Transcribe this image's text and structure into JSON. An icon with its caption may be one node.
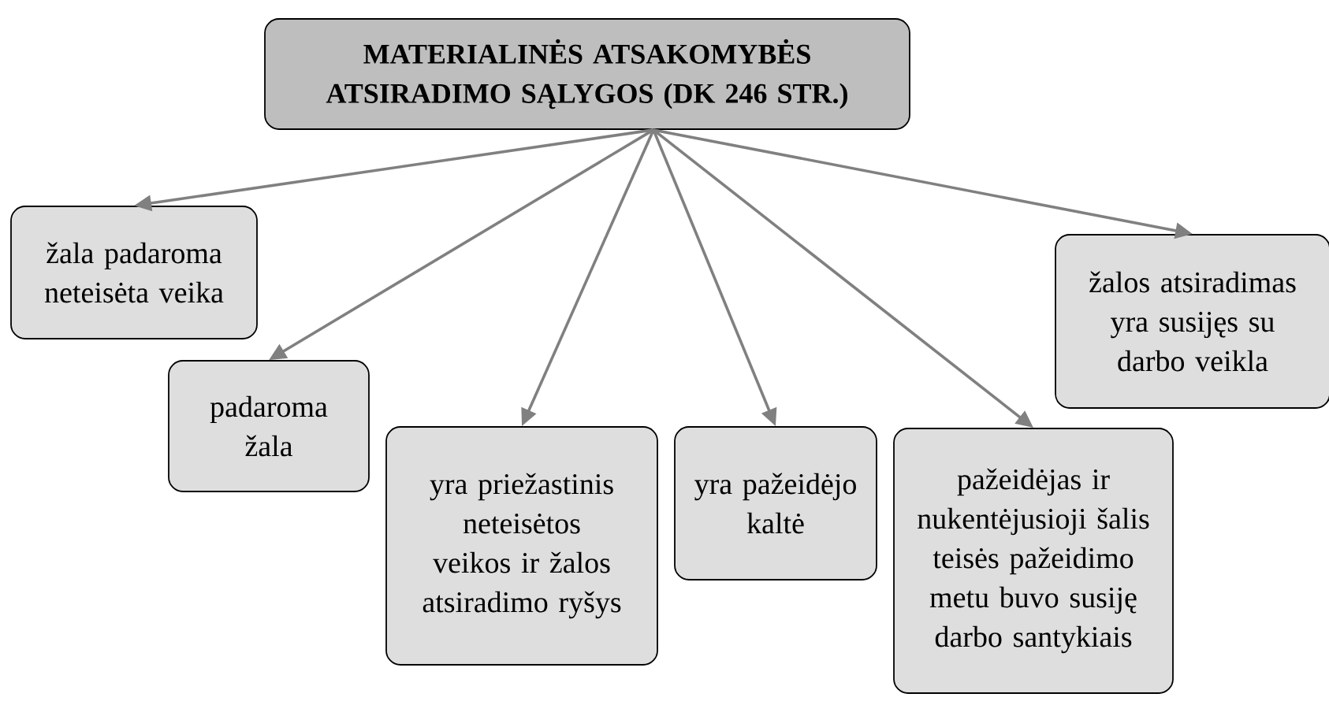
{
  "diagram": {
    "nodes": [
      {
        "text": [
          "MATERIALINĖS ATSAKOMYBĖS ATSIRADIMO SĄLYGOS (DK 246 STR.)"
        ]
      },
      {
        "text": [
          "žala padaroma neteisėta veika"
        ]
      },
      {
        "text": [
          "padaroma žala"
        ]
      },
      {
        "text": [
          "yra priežastinis neteisėtos veikos ir žalos atsiradimo ryšys"
        ]
      },
      {
        "text": [
          "yra pažeidėjo kaltė"
        ]
      },
      {
        "text": [
          "pažeidėjas ir nukentėjusioji šalis teisės pažeidimo metu buvo susiję darbo santykiais"
        ]
      },
      {
        "text": [
          "žalos atsiradimas yra susijęs su darbo veikla"
        ]
      }
    ],
    "edges": [
      {
        "from": 0,
        "to": 1,
        "arrow": "to"
      },
      {
        "from": 0,
        "to": 2,
        "arrow": "to"
      },
      {
        "from": 0,
        "to": 3,
        "arrow": "to"
      },
      {
        "from": 0,
        "to": 4,
        "arrow": "to"
      },
      {
        "from": 0,
        "to": 5,
        "arrow": "to"
      },
      {
        "from": 0,
        "to": 6,
        "arrow": "to"
      }
    ]
  }
}
